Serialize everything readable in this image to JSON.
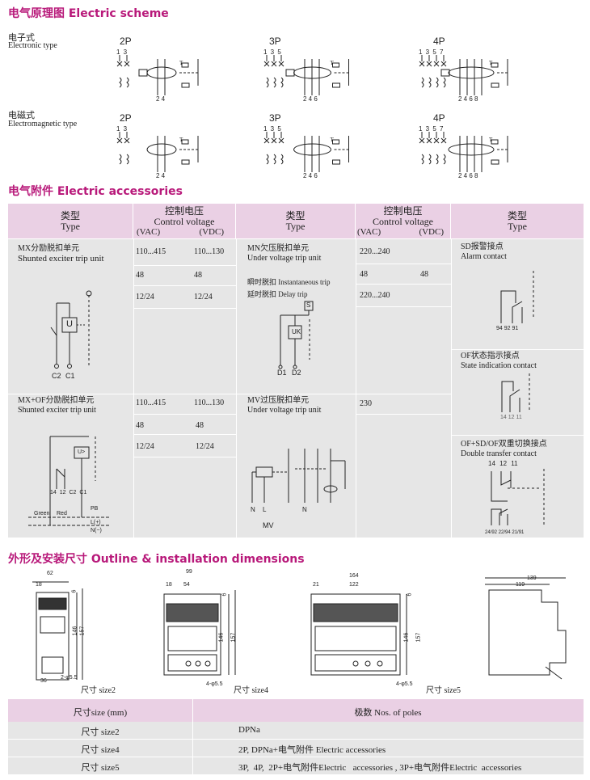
{
  "scheme": {
    "title": "电气原理图 Electric scheme",
    "electronic": {
      "cn": "电子式",
      "en": "Electronic type",
      "poles": [
        "2P",
        "3P",
        "4P"
      ],
      "top_labels": [
        "1 3",
        "1 3 5",
        "1 3 5 7"
      ],
      "bottom_labels": [
        "2 4",
        "2 4 6",
        "2 4 6 8"
      ],
      "test_label": "T"
    },
    "electromagnetic": {
      "cn": "电磁式",
      "en": "Electromagnetic  type",
      "poles": [
        "2P",
        "3P",
        "4P"
      ],
      "top_labels": [
        "1 3",
        "1 3 5",
        "1 3 5 7"
      ],
      "bottom_labels": [
        "2 4",
        "2 4 6",
        "2 4 6 8"
      ],
      "test_label": "T"
    }
  },
  "accessories": {
    "title": "电气附件 Electric accessories",
    "header": {
      "type_cn": "类型",
      "type_en": "Type",
      "cv_cn": "控制电压",
      "cv_en": "Control voltage",
      "vac": "(VAC)",
      "vdc": "(VDC)"
    },
    "mx": {
      "cn": "MX分励脱扣单元",
      "en": "Shunted exciter trip unit",
      "rows": [
        [
          "110...415",
          "110...130"
        ],
        [
          "48",
          "48"
        ],
        [
          "12/24",
          "12/24"
        ]
      ],
      "labels": [
        "U",
        "C2",
        "C1"
      ]
    },
    "mxof": {
      "cn": "MX+OF分励脱扣单元",
      "en": "Shunted exciter trip unit",
      "rows": [
        [
          "110...415",
          "110...130"
        ],
        [
          "48",
          "48"
        ],
        [
          "12/24",
          "12/24"
        ]
      ],
      "labels": [
        "U>",
        "14",
        "12",
        "C2",
        "C1",
        "Green",
        "Red",
        "PB",
        "L(+)",
        "N(−)"
      ]
    },
    "mn": {
      "cn": "MN欠压脱扣单元",
      "en": "Under voltage trip unit",
      "inst_cn": "瞬时脱扣",
      "inst_en": "Instantaneous trip",
      "delay_cn": "延时脱扣",
      "delay_en": "Delay trip",
      "rows": [
        [
          "220...240",
          ""
        ],
        [
          "48",
          "48"
        ],
        [
          "220...240",
          ""
        ]
      ],
      "labels": [
        "S",
        "UK",
        "D1",
        "D2"
      ]
    },
    "mv": {
      "cn": "MV过压脱扣单元",
      "en": "Under voltage trip unit",
      "rows": [
        [
          "230",
          ""
        ]
      ],
      "labels": [
        "N",
        "L",
        "N",
        "MV"
      ]
    },
    "sd": {
      "cn": "SD报警接点",
      "en": "Alarm  contact",
      "terminals": "94 92 91"
    },
    "of": {
      "cn": "OF状态指示接点",
      "en": "State indication contact",
      "terminals": "14 12 11"
    },
    "ofsd": {
      "cn": "OF+SD/OF双重切换接点",
      "en": "Double transfer contact",
      "terminals": "14 12 11",
      "bottom": "24/92 22/94 21/91"
    }
  },
  "outline": {
    "title": "外形及安装尺寸 Outline & installation dimensions",
    "size2": {
      "label": "尺寸 size2",
      "dims": [
        "62",
        "18",
        "6",
        "146",
        "157",
        "36",
        "2-φ5.5"
      ]
    },
    "size4": {
      "label": "尺寸 size4",
      "dims": [
        "99",
        "18",
        "54",
        "6",
        "146",
        "157",
        "4-φ5.5"
      ]
    },
    "size5": {
      "label": "尺寸 size5",
      "dims": [
        "164",
        "21",
        "122",
        "6",
        "146",
        "157",
        "4-φ5.5"
      ]
    },
    "side": {
      "dims": [
        "139",
        "119"
      ]
    }
  },
  "sizes_table": {
    "headers": [
      "尺寸size (mm)",
      "极数 Nos. of poles"
    ],
    "rows": [
      [
        "尺寸  size2",
        "DPNa"
      ],
      [
        "尺寸  size4",
        "2P, DPNa+电气附件 Electric accessories"
      ],
      [
        "尺寸  size5",
        "3P,  4P,  2P+电气附件Electric   accessories , 3P+电气附件Electric  accessories"
      ]
    ]
  }
}
